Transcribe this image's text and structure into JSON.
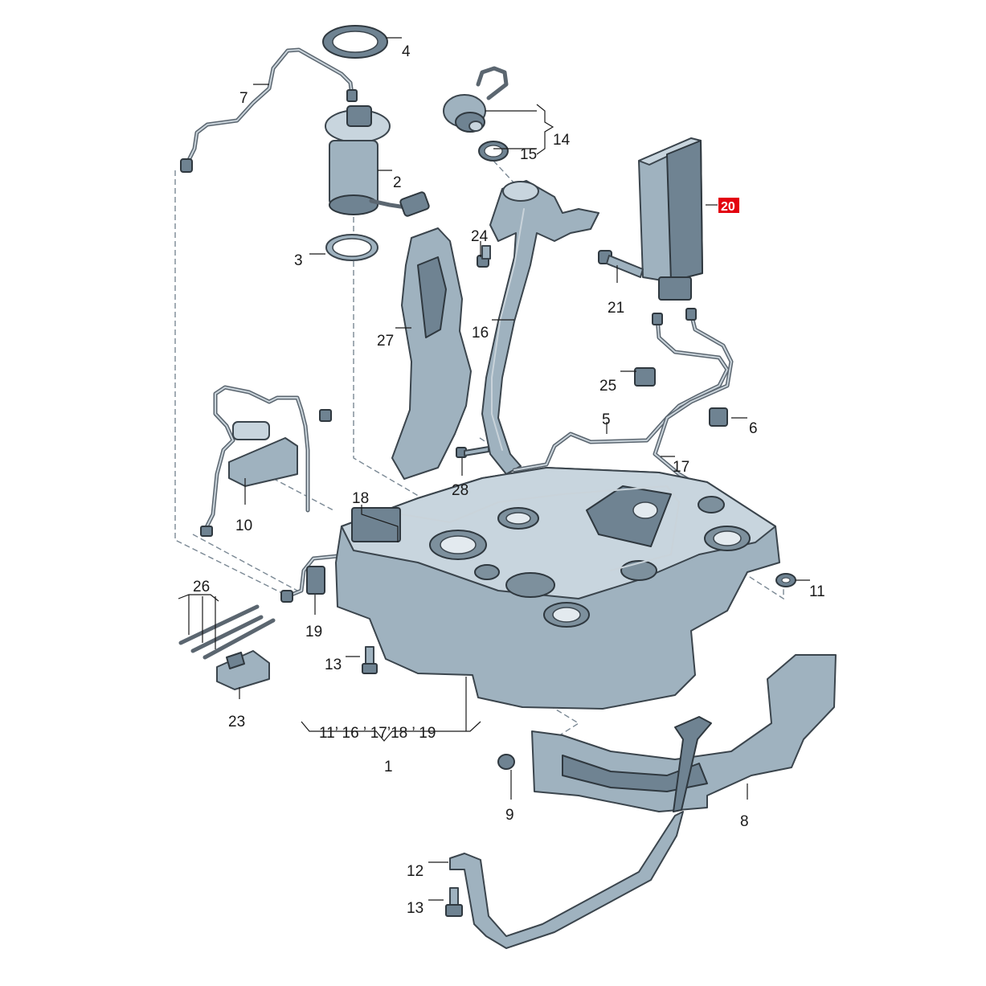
{
  "callouts": {
    "c1": "1",
    "c2": "2",
    "c3": "3",
    "c4": "4",
    "c5": "5",
    "c6": "6",
    "c7": "7",
    "c8": "8",
    "c9": "9",
    "c10": "10",
    "c11": "11",
    "c12": "12",
    "c13a": "13",
    "c13b": "13",
    "c14": "14",
    "c15": "15",
    "c16": "16",
    "c17": "17",
    "c19": "19",
    "c18": "18",
    "c20": "20",
    "c21": "21",
    "c23": "23",
    "c24": "24",
    "c25": "25",
    "c26": "26",
    "c27": "27",
    "c28": "28",
    "group1": "11’ 16 ’ 17’18 ’ 19"
  },
  "colors": {
    "highlight": "#e3000f",
    "part": "#9fb2bf"
  }
}
